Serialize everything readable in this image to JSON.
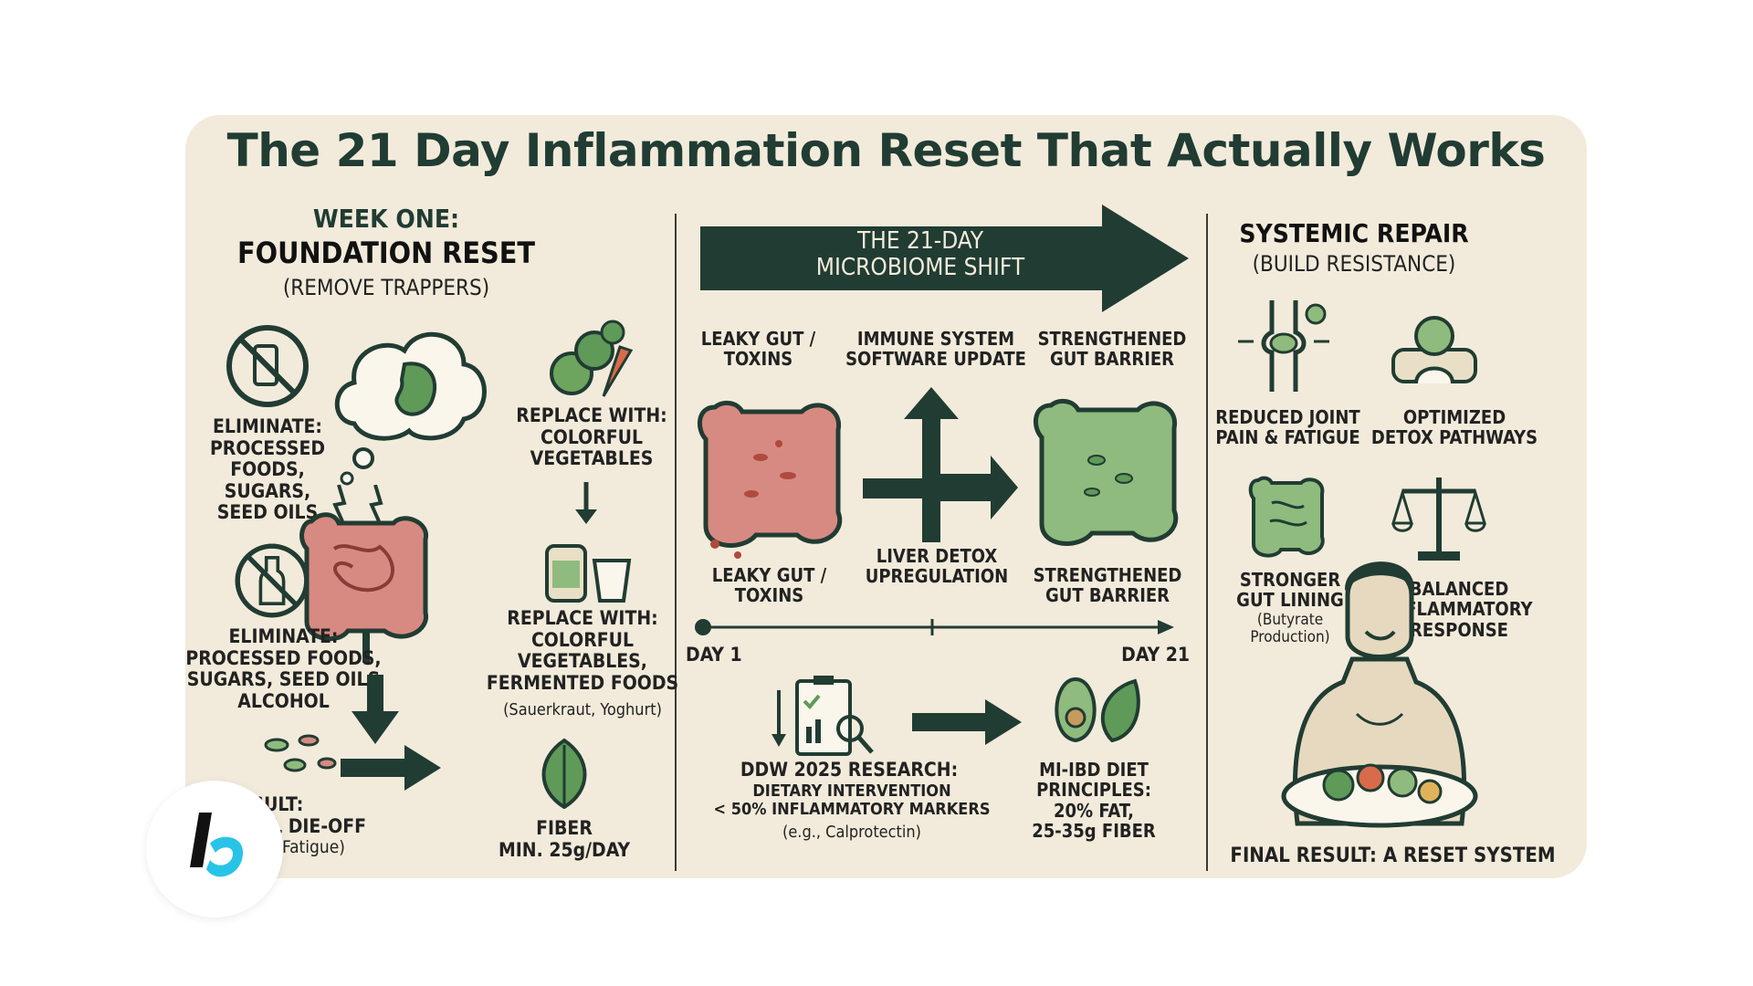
{
  "title": "The 21 Day Inflammation Reset That Actually Works",
  "colors": {
    "panel": "#f2ebdb",
    "dark_green": "#213c33",
    "gut_red": "#d78a82",
    "gut_green": "#8fbb7e",
    "accent_cyan": "#29c3e8"
  },
  "left": {
    "heading1": "WEEK ONE:",
    "heading2": "FOUNDATION RESET",
    "heading3": "(REMOVE TRAPPERS)",
    "elim1": "ELIMINATE:\nPROCESSED\nFOODS,\nSUGARS,\nSEED OILS",
    "replace1": "REPLACE WITH:\nCOLORFUL\nVEGETABLES",
    "elim2": "ELIMINATE:\nPROCESSED FOODS,\nSUGARS, SEED OILS\nALCOHOL",
    "replace2": "REPLACE WITH:\nCOLORFUL\nVEGETABLES,\nFERMENTED FOODS",
    "replace2_note": "(Sauerkraut, Yoghurt)",
    "result": "RESULT:\nERIAL DIE-OFF",
    "result_note": "aches, Fatigue)",
    "fiber": "FIBER\nMIN. 25g/DAY"
  },
  "middle": {
    "banner": "THE 21-DAY\nMICROBIOME SHIFT",
    "leaky_top": "LEAKY GUT /\nTOXINS",
    "immune": "IMMUNE SYSTEM\nSOFTWARE UPDATE",
    "strong_top": "STRENGTHENED\nGUT BARRIER",
    "leaky_bottom": "LEAKY GUT /\nTOXINS",
    "liver": "LIVER DETOX\nUPREGULATION",
    "strong_bottom": "STRENGTHENED\nGUT BARRIER",
    "day1": "DAY 1",
    "day21": "DAY 21",
    "ddw": "DDW 2025 RESEARCH:",
    "ddw2": "DIETARY INTERVENTION\n< 50% INFLAMMATORY MARKERS",
    "ddw_note": "(e.g., Calprotectin)",
    "mi": "MI-IBD DIET\nPRINCIPLES:\n20% FAT,\n25-35g FIBER"
  },
  "right": {
    "heading1": "SYSTEMIC REPAIR",
    "heading2": "(BUILD RESISTANCE)",
    "joint": "REDUCED JOINT\nPAIN & FATIGUE",
    "detox": "OPTIMIZED\nDETOX PATHWAYS",
    "lining": "STRONGER\nGUT LINING",
    "lining_note": "(Butyrate\nProduction)",
    "balanced": "BALANCED\nINFLAMMATORY\nRESPONSE",
    "final": "FINAL RESULT: A RESET SYSTEM"
  },
  "logo": {
    "letter": "b",
    "icon": "brand-logo-icon"
  }
}
